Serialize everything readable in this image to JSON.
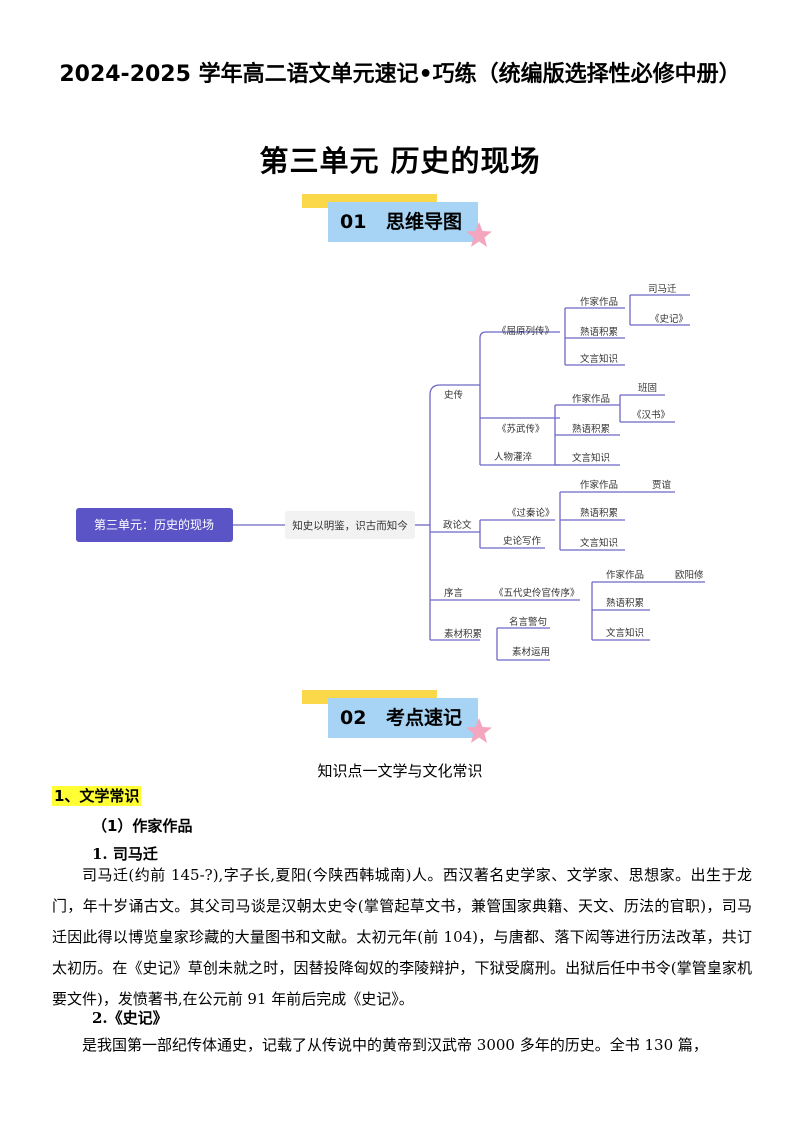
{
  "header": {
    "title": "2024-2025 学年高二语文单元速记•巧练（统编版选择性必修中册）",
    "unit_title": "第三单元  历史的现场"
  },
  "sections": [
    {
      "num": "01",
      "label": "思维导图"
    },
    {
      "num": "02",
      "label": "考点速记"
    }
  ],
  "colors": {
    "accent_purple": "#5b54c7",
    "line_purple": "#6e67c7",
    "section_blue": "#a7d4f5",
    "section_yellow": "#fbd84a",
    "star_pink": "#f4a6bf",
    "highlight": "#ffff33"
  },
  "mindmap": {
    "root": "第三单元：历史的现场",
    "center": "知史以明鉴，识古而知今",
    "branches": [
      {
        "label": "史传"
      },
      {
        "label": "政论文"
      },
      {
        "label": "序言"
      },
      {
        "label": "素材积累"
      }
    ],
    "sub": {
      "quyuan": "《屈原列传》",
      "suwu": "《苏武传》",
      "renwu": "人物灌淬",
      "guoqin": "《过秦论》",
      "shilun": "史论写作",
      "wudai": "《五代史伶官传序》",
      "mingyan": "名言警句",
      "sucai": "素材运用"
    },
    "leaves": {
      "zuojia1": "作家作品",
      "siqian": "司马迁",
      "shiji": "《史记》",
      "shuyu1": "熟语积累",
      "wenyan1": "文言知识",
      "zuojia2": "作家作品",
      "bangu": "班固",
      "hanshu": "《汉书》",
      "shuyu2": "熟语积累",
      "wenyan2": "文言知识",
      "zuojia3": "作家作品",
      "jiayi": "贾谊",
      "shuyu3": "熟语积累",
      "wenyan3": "文言知识",
      "zuojia4": "作家作品",
      "ouyang": "欧阳修",
      "shuyu4": "熟语积累",
      "wenyan4": "文言知识"
    }
  },
  "kaodian": {
    "title": "知识点一文学与文化常识",
    "heading1": "1、文学常识",
    "heading2": "（1）作家作品",
    "item1": "1. 司马迁",
    "para1": "司马迁(约前 145-?),字子长,夏阳(今陕西韩城南)人。西汉著名史学家、文学家、思想家。出生于龙门，年十岁诵古文。其父司马谈是汉朝太史令(掌管起草文书，兼管国家典籍、天文、历法的官职)，司马迁因此得以博览皇家珍藏的大量图书和文献。太初元年(前 104)，与唐都、落下闳等进行历法改革，共订太初历。在《史记》草创未就之时，因替投降匈奴的李陵辩护，下狱受腐刑。出狱后任中书令(掌管皇家机要文件)，发愤著书,在公元前 91 年前后完成《史记》。",
    "item2": "2.《史记》",
    "para2": "是我国第一部纪传体通史，记载了从传说中的黄帝到汉武帝 3000 多年的历史。全书 130 篇，"
  }
}
